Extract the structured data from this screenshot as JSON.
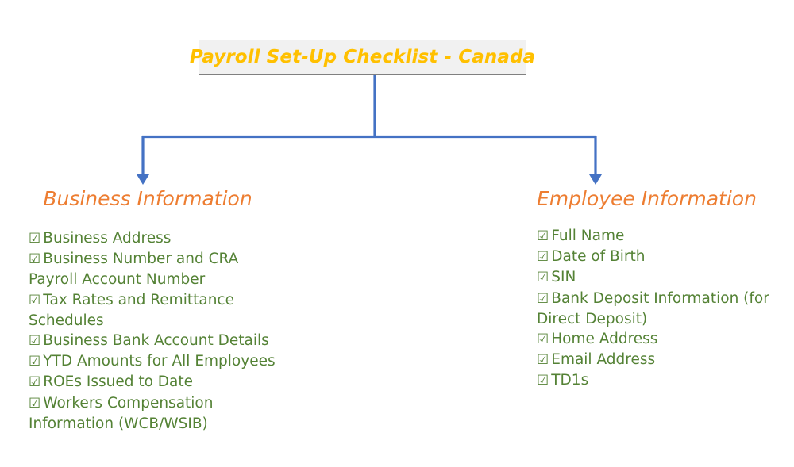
{
  "title": {
    "text": "Payroll Set-Up Checklist - Canada",
    "text_color": "#FFC000",
    "box_fill": "#F1F1F1",
    "box_border": "#808080"
  },
  "connector": {
    "color": "#4472C4",
    "style": "elbow-with-arrowheads"
  },
  "columns": [
    {
      "id": "business",
      "heading": "Business Information",
      "heading_color": "#ED7D31",
      "item_color": "#548235",
      "check_icon": "☑",
      "items": [
        "Business Address",
        "Business Number and CRA Payroll Account Number",
        "Tax Rates and Remittance Schedules",
        "Business Bank Account Details",
        "YTD Amounts for All Employees",
        "ROEs Issued to Date",
        "Workers Compensation Information (WCB/WSIB)"
      ]
    },
    {
      "id": "employee",
      "heading": "Employee Information",
      "heading_color": "#ED7D31",
      "item_color": "#548235",
      "check_icon": "☑",
      "items": [
        "Full Name",
        "Date of Birth",
        "SIN",
        "Bank Deposit Information (for Direct Deposit)",
        "Home Address",
        "Email Address",
        "TD1s"
      ]
    }
  ]
}
